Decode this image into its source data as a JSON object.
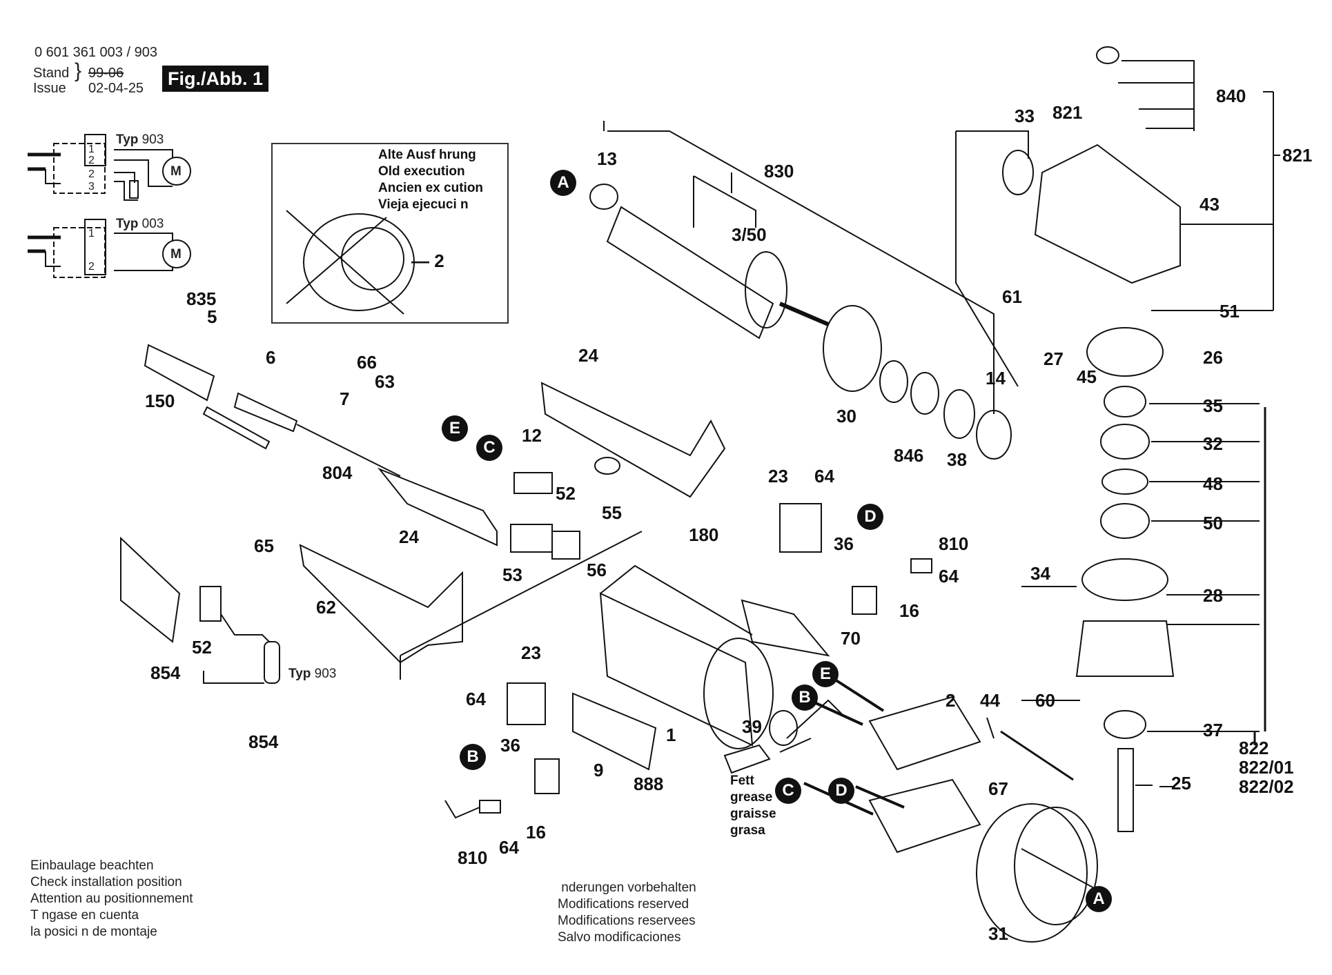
{
  "header": {
    "part_number": "0 601 361 003 / 903",
    "stand_label": "Stand",
    "issue_label": "Issue",
    "old_date_struck": "99-06",
    "issue_date": "02-04-25",
    "figure_label": "Fig./Abb. 1"
  },
  "wiring": [
    {
      "type_word": "Typ",
      "type_code": "903",
      "terminals": [
        "1",
        "2",
        "2",
        "3"
      ],
      "motor": "M"
    },
    {
      "type_word": "Typ",
      "type_code": "003",
      "terminals": [
        "1",
        "2"
      ],
      "motor": "M"
    }
  ],
  "inset": {
    "lines": [
      "Alte Ausf hrung",
      "Old execution",
      "Ancien ex cution",
      "Vieja ejecuci n"
    ],
    "part": "2"
  },
  "connectors": [
    "A",
    "B",
    "C",
    "D",
    "E"
  ],
  "labels": {
    "p835": "835",
    "p5": "5",
    "p6": "6",
    "p150": "150",
    "p66": "66",
    "p63": "63",
    "p7": "7",
    "p804": "804",
    "p12": "12",
    "p52a": "52",
    "p53": "53",
    "p24a": "24",
    "p55": "55",
    "p24b": "24",
    "p65": "65",
    "p62": "62",
    "p52b": "52",
    "p854a": "854",
    "p854b": "854",
    "p13": "13",
    "p830": "830",
    "p350": "3/50",
    "p30": "30",
    "p846": "846",
    "p38": "38",
    "p14": "14",
    "p33": "33",
    "p821a": "821",
    "p840": "840",
    "p821b": "821",
    "p43": "43",
    "p61": "61",
    "p51": "51",
    "p27": "27",
    "p45": "45",
    "p26": "26",
    "p35": "35",
    "p32": "32",
    "p48": "48",
    "p50": "50",
    "p34": "34",
    "p28": "28",
    "p60": "60",
    "p37": "37",
    "p25": "25",
    "p23a": "23",
    "p64a": "64",
    "p36a": "36",
    "p810a": "810",
    "p64b": "64",
    "p16a": "16",
    "p70": "70",
    "p180": "180",
    "p56": "56",
    "p23b": "23",
    "p64c": "64",
    "p36b": "36",
    "p16b": "16",
    "p810b": "810",
    "p64d": "64",
    "p1": "1",
    "p9": "9",
    "p888": "888",
    "p39": "39",
    "p2": "2",
    "p44": "44",
    "p67": "67",
    "p31": "31"
  },
  "assembly_822": [
    "822",
    "822/01",
    "822/02"
  ],
  "typ903_bottom": {
    "type_word": "Typ",
    "type_code": "903"
  },
  "grease": [
    "Fett",
    "grease",
    "graisse",
    "grasa"
  ],
  "notes_installation": [
    "Einbaulage beachten",
    "Check installation position",
    "Attention au positionnement",
    "T ngase en cuenta",
    "la posici n de montaje"
  ],
  "notes_modifications": [
    " nderungen vorbehalten",
    "Modifications reserved",
    "Modifications reservees",
    "Salvo modificaciones"
  ]
}
